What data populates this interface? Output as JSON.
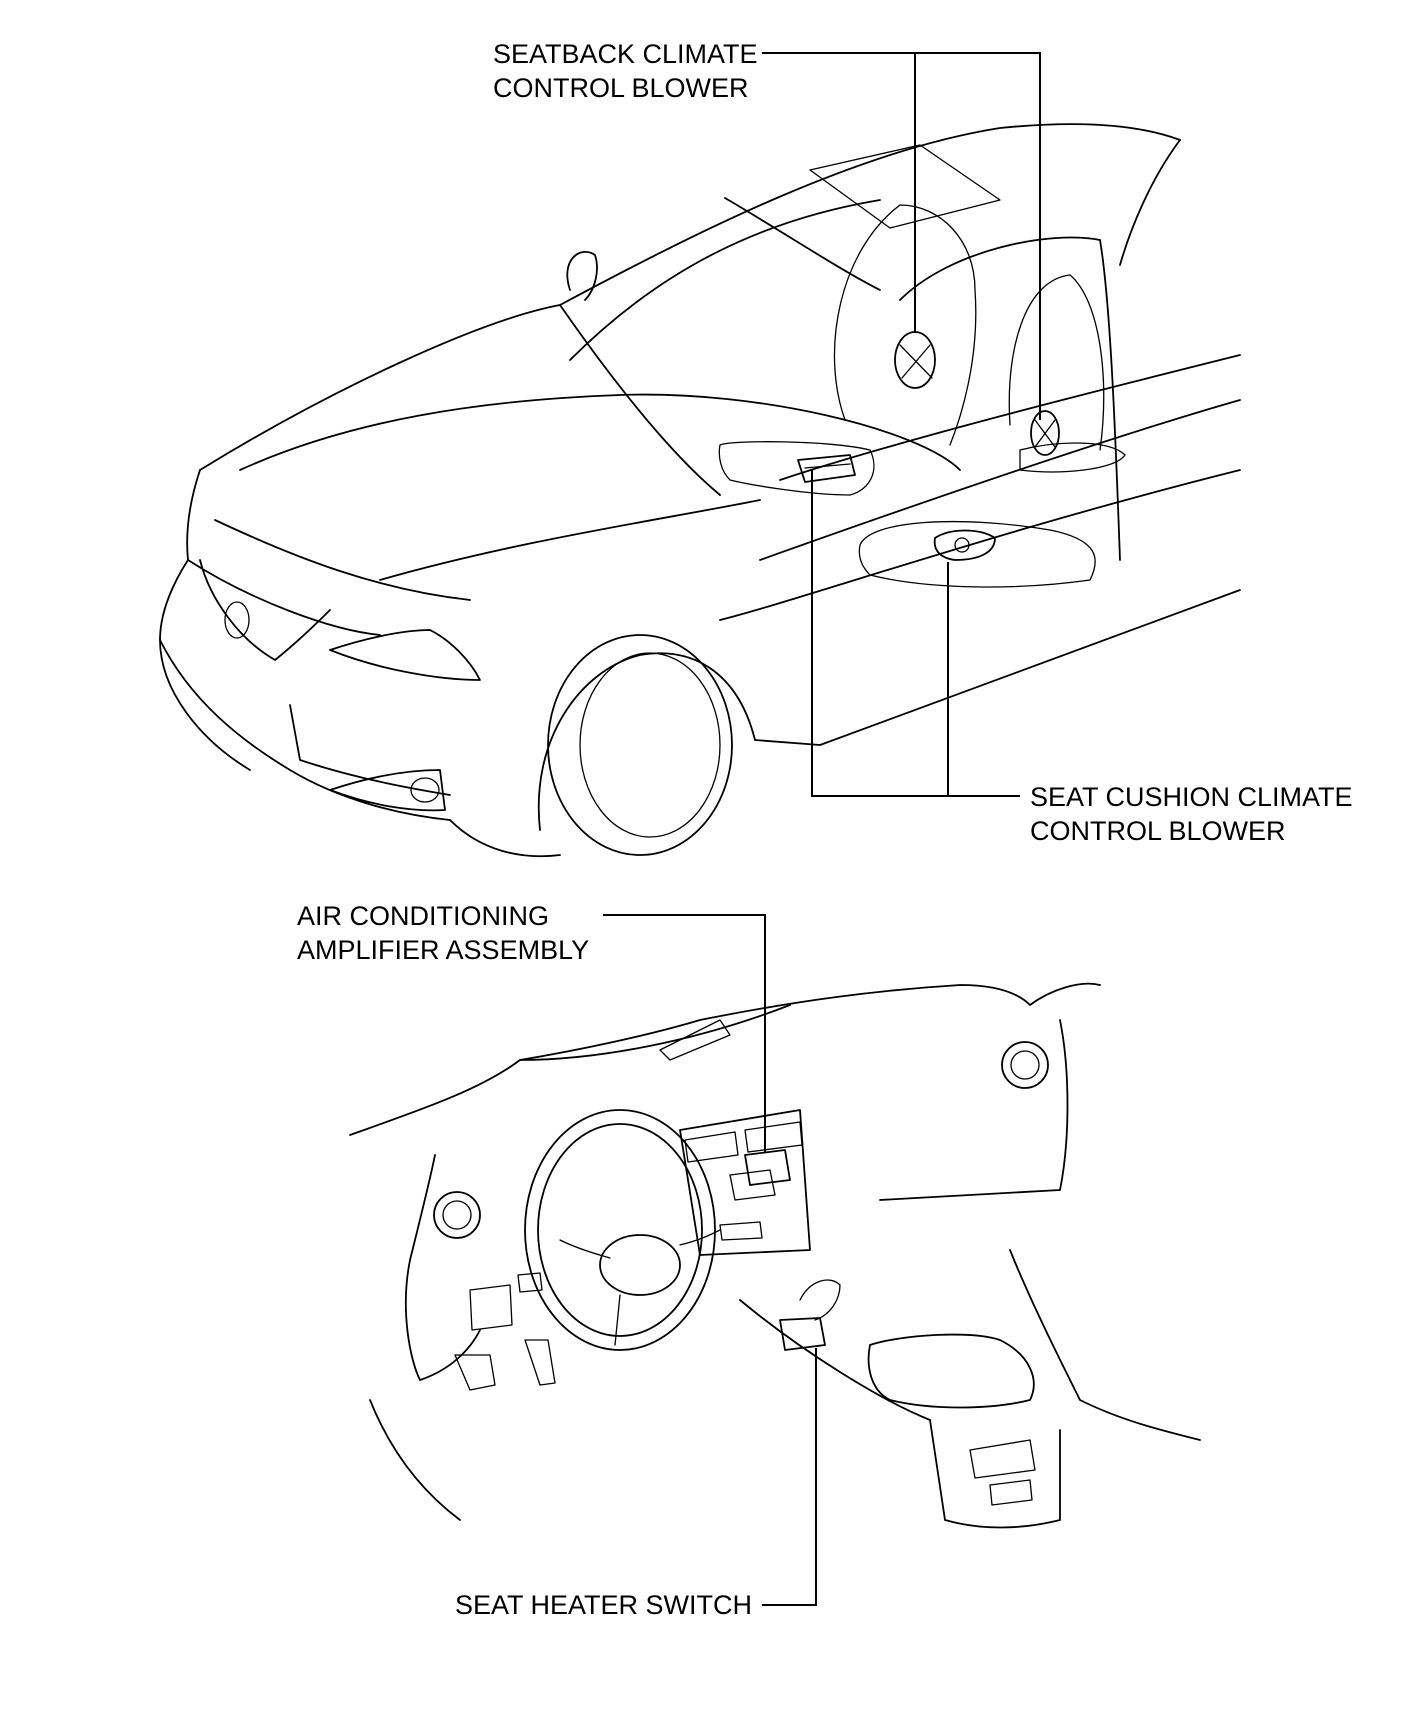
{
  "labels": {
    "seatback_blower": [
      "SEATBACK CLIMATE",
      "CONTROL BLOWER"
    ],
    "seat_cushion_blower": [
      "SEAT CUSHION CLIMATE",
      "CONTROL BLOWER"
    ],
    "ac_amplifier": [
      "AIR CONDITIONING",
      "AMPLIFIER ASSEMBLY"
    ],
    "seat_heater_switch": [
      "SEAT HEATER SWITCH"
    ]
  }
}
